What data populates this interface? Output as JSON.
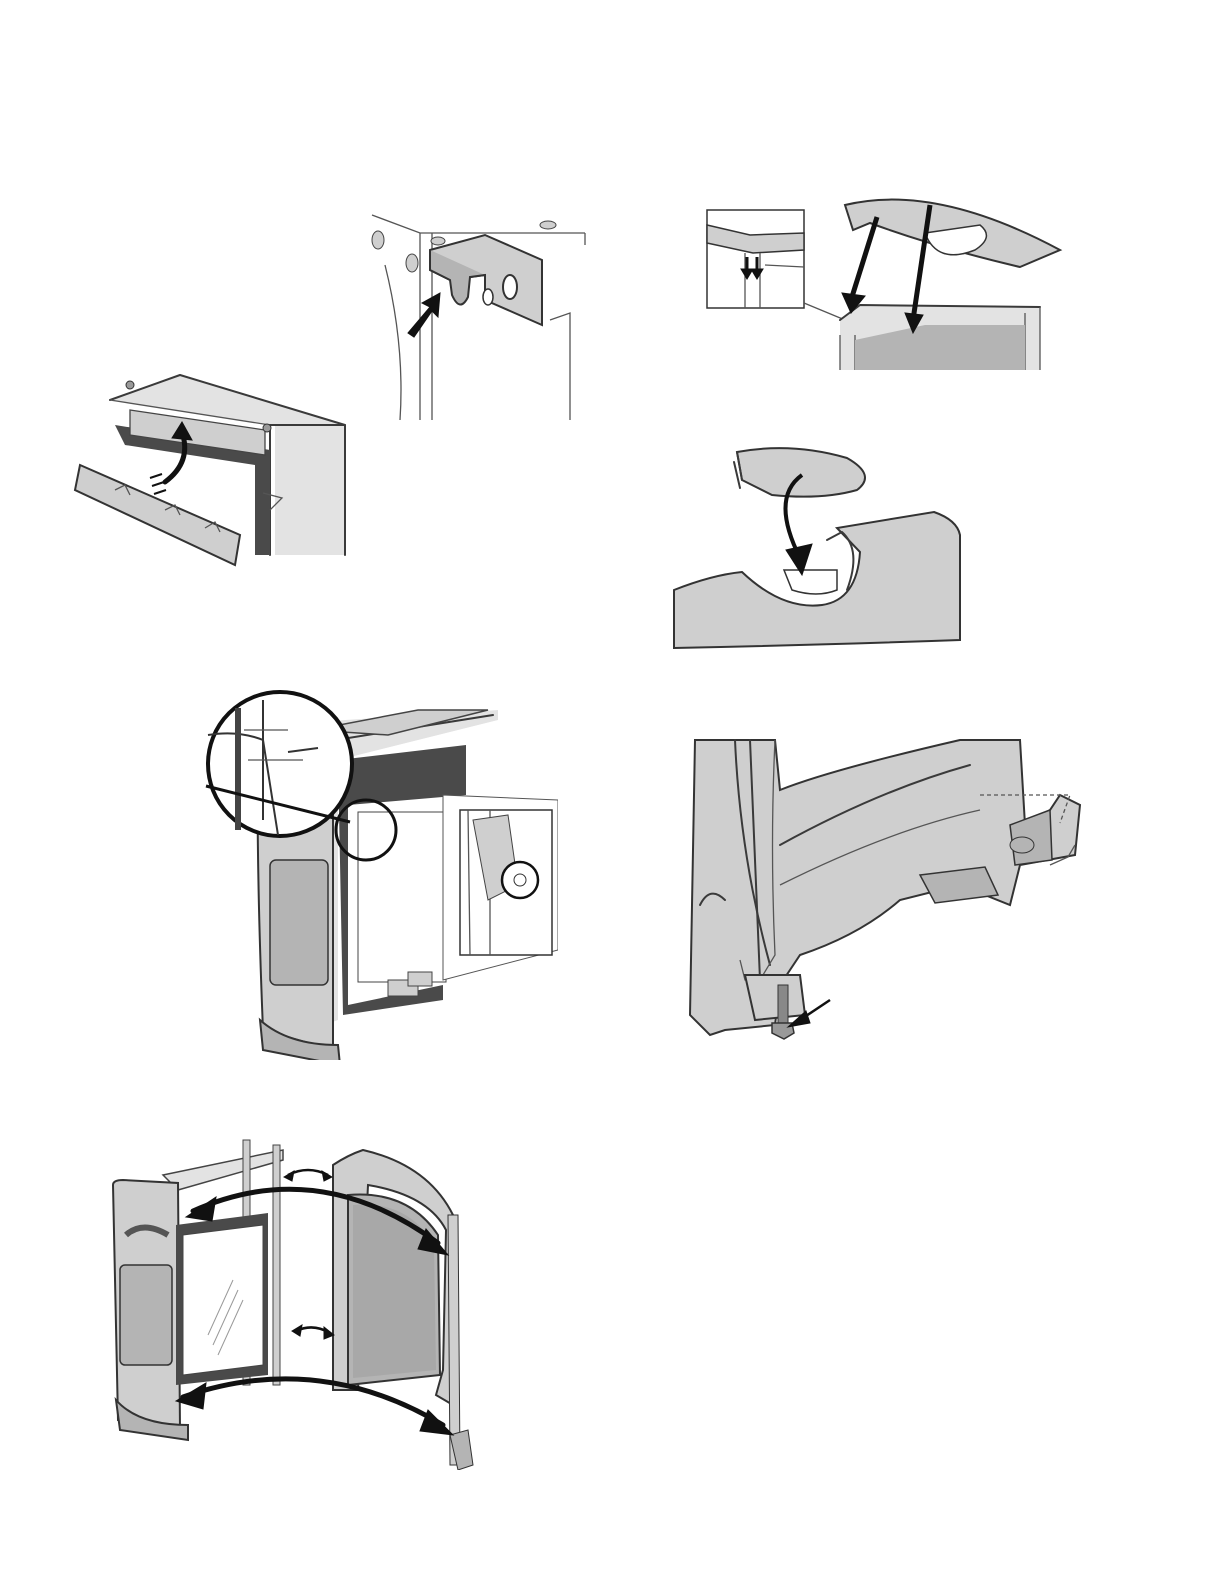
{
  "page": {
    "type": "installation-manual-illustrations",
    "text": []
  },
  "figures": [
    {
      "id": "fig-bracket-detail",
      "icon": "bracket-arrow-icon"
    },
    {
      "id": "fig-top-panel-lift",
      "icon": "curved-arrow-up-icon"
    },
    {
      "id": "fig-top-plate-lower",
      "icon": "down-arrow-icon"
    },
    {
      "id": "fig-collar-insert",
      "icon": "down-arrow-icon"
    },
    {
      "id": "fig-side-panel-hinge",
      "icon": "magnifier-circle-icon"
    },
    {
      "id": "fig-leveling-foot",
      "icon": "pointer-arrow-icon"
    },
    {
      "id": "fig-side-panels-swap",
      "icon": "swap-arrows-icon"
    }
  ],
  "colors": {
    "line": "#3a3a3a",
    "fill_light": "#cfcfcf",
    "fill_mid": "#b4b4b4",
    "arrow": "#111111"
  }
}
